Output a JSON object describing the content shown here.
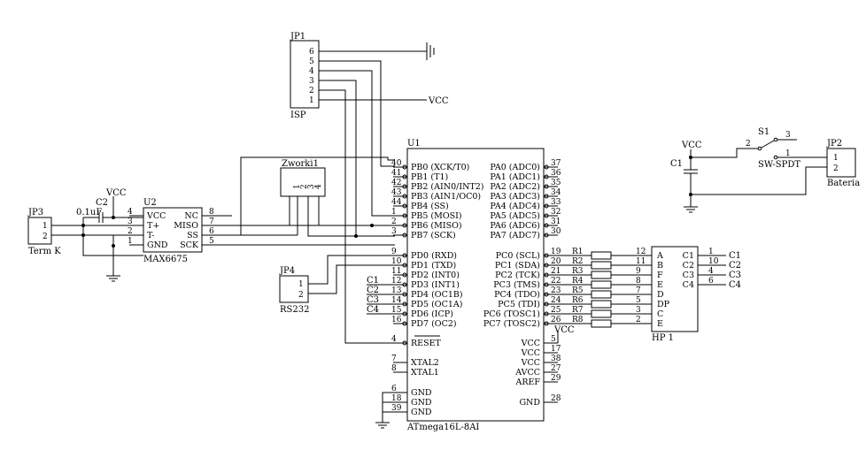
{
  "parts": {
    "jp1": {
      "ref": "JP1",
      "value": "ISP",
      "pins": [
        "6",
        "5",
        "4",
        "3",
        "2",
        "1"
      ]
    },
    "vcc_labels": [
      "VCC",
      "VCC",
      "VCC",
      "VCC"
    ],
    "u1": {
      "ref": "U1",
      "value": "ATmega16L-8AI",
      "left_top": [
        {
          "num": "40",
          "name": "PB0 (XCK/T0)"
        },
        {
          "num": "41",
          "name": "PB1 (T1)"
        },
        {
          "num": "42",
          "name": "PB2 (AIN0/INT2)"
        },
        {
          "num": "43",
          "name": "PB3 (AIN1/OC0)"
        },
        {
          "num": "44",
          "name": "PB4 (SS)"
        },
        {
          "num": "1",
          "name": "PB5 (MOSI)"
        },
        {
          "num": "2",
          "name": "PB6 (MISO)"
        },
        {
          "num": "3",
          "name": "PB7 (SCK)"
        }
      ],
      "left_mid": [
        {
          "num": "9",
          "name": "PD0 (RXD)"
        },
        {
          "num": "10",
          "name": "PD1 (TXD)"
        },
        {
          "num": "11",
          "name": "PD2 (INT0)"
        },
        {
          "num": "12",
          "name": "PD3 (INT1)"
        },
        {
          "num": "13",
          "name": "PD4 (OC1B)"
        },
        {
          "num": "14",
          "name": "PD5 (OC1A)"
        },
        {
          "num": "15",
          "name": "PD6 (ICP)"
        },
        {
          "num": "16",
          "name": "PD7 (OC2)"
        }
      ],
      "reset": {
        "num": "4",
        "name": "RESET"
      },
      "xtal": [
        {
          "num": "7",
          "name": "XTAL2"
        },
        {
          "num": "8",
          "name": "XTAL1"
        }
      ],
      "gnd_left": [
        {
          "num": "6",
          "name": "GND"
        },
        {
          "num": "18",
          "name": "GND"
        },
        {
          "num": "39",
          "name": "GND"
        }
      ],
      "right_top": [
        {
          "num": "37",
          "name": "PA0 (ADC0)"
        },
        {
          "num": "36",
          "name": "PA1 (ADC1)"
        },
        {
          "num": "35",
          "name": "PA2 (ADC2)"
        },
        {
          "num": "34",
          "name": "PA3 (ADC3)"
        },
        {
          "num": "33",
          "name": "PA4 (ADC4)"
        },
        {
          "num": "32",
          "name": "PA5 (ADC5)"
        },
        {
          "num": "31",
          "name": "PA6 (ADC6)"
        },
        {
          "num": "30",
          "name": "PA7 (ADC7)"
        }
      ],
      "right_mid": [
        {
          "num": "19",
          "name": "PC0 (SCL)"
        },
        {
          "num": "20",
          "name": "PC1 (SDA)"
        },
        {
          "num": "21",
          "name": "PC2 (TCK)"
        },
        {
          "num": "22",
          "name": "PC3 (TMS)"
        },
        {
          "num": "23",
          "name": "PC4 (TDO)"
        },
        {
          "num": "24",
          "name": "PC5 (TDI)"
        },
        {
          "num": "25",
          "name": "PC6 (TOSC1)"
        },
        {
          "num": "26",
          "name": "PC7 (TOSC2)"
        }
      ],
      "right_bot": [
        {
          "num": "5",
          "name": "VCC"
        },
        {
          "num": "17",
          "name": "VCC"
        },
        {
          "num": "38",
          "name": "VCC"
        },
        {
          "num": "27",
          "name": "AVCC"
        },
        {
          "num": "29",
          "name": "AREF"
        },
        {
          "num": "28",
          "name": "GND"
        }
      ]
    },
    "u2": {
      "ref": "U2",
      "value": "MAX6675",
      "left": [
        {
          "num": "4",
          "name": "VCC"
        },
        {
          "num": "3",
          "name": "T+"
        },
        {
          "num": "2",
          "name": "T-"
        },
        {
          "num": "1",
          "name": "GND"
        }
      ],
      "right": [
        {
          "num": "8",
          "name": "NC"
        },
        {
          "num": "7",
          "name": "MISO"
        },
        {
          "num": "6",
          "name": "SS"
        },
        {
          "num": "5",
          "name": "SCK"
        }
      ]
    },
    "c2": {
      "ref": "C2",
      "value": "0.1uF"
    },
    "jp3": {
      "ref": "JP3",
      "value": "Term K",
      "pins": [
        "1",
        "2"
      ]
    },
    "zworki": {
      "ref": "Zworki1",
      "pins": [
        "1",
        "2",
        "3",
        "4"
      ]
    },
    "jp4": {
      "ref": "JP4",
      "value": "RS232",
      "pins": [
        "1",
        "2"
      ]
    },
    "pd_caps": [
      "C1",
      "C2",
      "C3",
      "C4"
    ],
    "resistors": [
      "R1",
      "R2",
      "R3",
      "R4",
      "R5",
      "R6",
      "R7",
      "R8"
    ],
    "hp1": {
      "ref": "HP 1",
      "left": [
        {
          "num": "12",
          "name": "A"
        },
        {
          "num": "11",
          "name": "B"
        },
        {
          "num": "9",
          "name": "F"
        },
        {
          "num": "8",
          "name": "E"
        },
        {
          "num": "7",
          "name": "D"
        },
        {
          "num": "5",
          "name": "DP"
        },
        {
          "num": "3",
          "name": "C"
        },
        {
          "num": "2",
          "name": "E"
        }
      ],
      "right": [
        {
          "num": "1",
          "name": "C1",
          "net": "C1"
        },
        {
          "num": "10",
          "name": "C2",
          "net": "C2"
        },
        {
          "num": "4",
          "name": "C3",
          "net": "C3"
        },
        {
          "num": "6",
          "name": "C4",
          "net": "C4"
        }
      ]
    },
    "s1": {
      "ref": "S1",
      "value": "SW-SPDT",
      "pins": [
        "2",
        "3",
        "1"
      ]
    },
    "c1": {
      "ref": "C1"
    },
    "jp2": {
      "ref": "JP2",
      "value": "Bateria",
      "pins": [
        "1",
        "2"
      ]
    }
  },
  "colors": {
    "line": "#000000",
    "background": "#ffffff"
  }
}
